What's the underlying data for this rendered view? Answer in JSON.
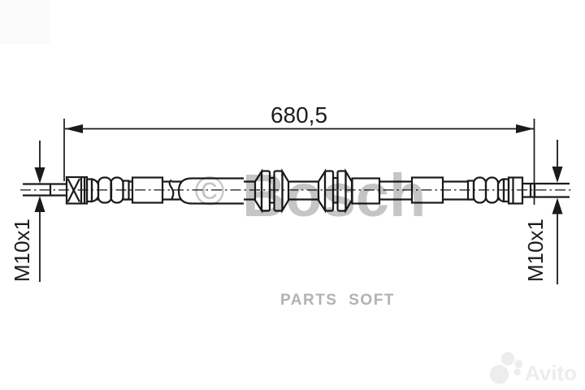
{
  "diagram": {
    "length_label": "680,5",
    "left_thread_label": "M10x1",
    "right_thread_label": "M10x1",
    "line_color": "#1a1a1a"
  },
  "watermarks": {
    "copyright": "©",
    "brand": "Bosch",
    "brand_color": "#c5c5c5",
    "seller": "PARTS SOFT",
    "seller_color": "#b2b2b2",
    "marketplace": "Avito",
    "marketplace_color": "#ededed"
  }
}
